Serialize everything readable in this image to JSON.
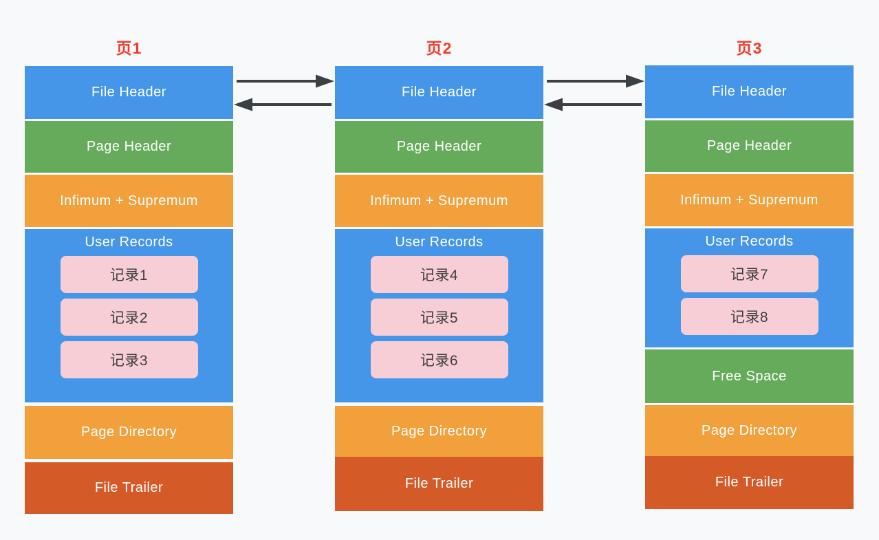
{
  "pages": [
    {
      "title": "页1",
      "file_header": "File Header",
      "page_header": "Page Header",
      "infimum_supremum": "Infimum + Supremum",
      "user_records": "User Records",
      "records": [
        "记录1",
        "记录2",
        "记录3"
      ],
      "page_directory": "Page Directory",
      "file_trailer": "File Trailer"
    },
    {
      "title": "页2",
      "file_header": "File Header",
      "page_header": "Page Header",
      "infimum_supremum": "Infimum + Supremum",
      "user_records": "User Records",
      "records": [
        "记录4",
        "记录5",
        "记录6"
      ],
      "page_directory": "Page Directory",
      "file_trailer": "File Trailer"
    },
    {
      "title": "页3",
      "file_header": "File Header",
      "page_header": "Page Header",
      "infimum_supremum": "Infimum + Supremum",
      "user_records": "User Records",
      "records": [
        "记录7",
        "记录8"
      ],
      "free_space": "Free Space",
      "page_directory": "Page Directory",
      "file_trailer": "File Trailer"
    }
  ],
  "arrows": [
    {
      "from": "页1",
      "to": "页2",
      "direction": "right"
    },
    {
      "from": "页2",
      "to": "页1",
      "direction": "left"
    },
    {
      "from": "页2",
      "to": "页3",
      "direction": "right"
    },
    {
      "from": "页3",
      "to": "页2",
      "direction": "left"
    }
  ],
  "colors": {
    "blue": "#4596e9",
    "green": "#66ab5b",
    "orange": "#f1a03b",
    "dark_orange": "#d45b28",
    "pink": "#f8ced6",
    "title_red": "#f23b2d",
    "arrow": "#3b4045",
    "background": "#f8f9fa"
  }
}
